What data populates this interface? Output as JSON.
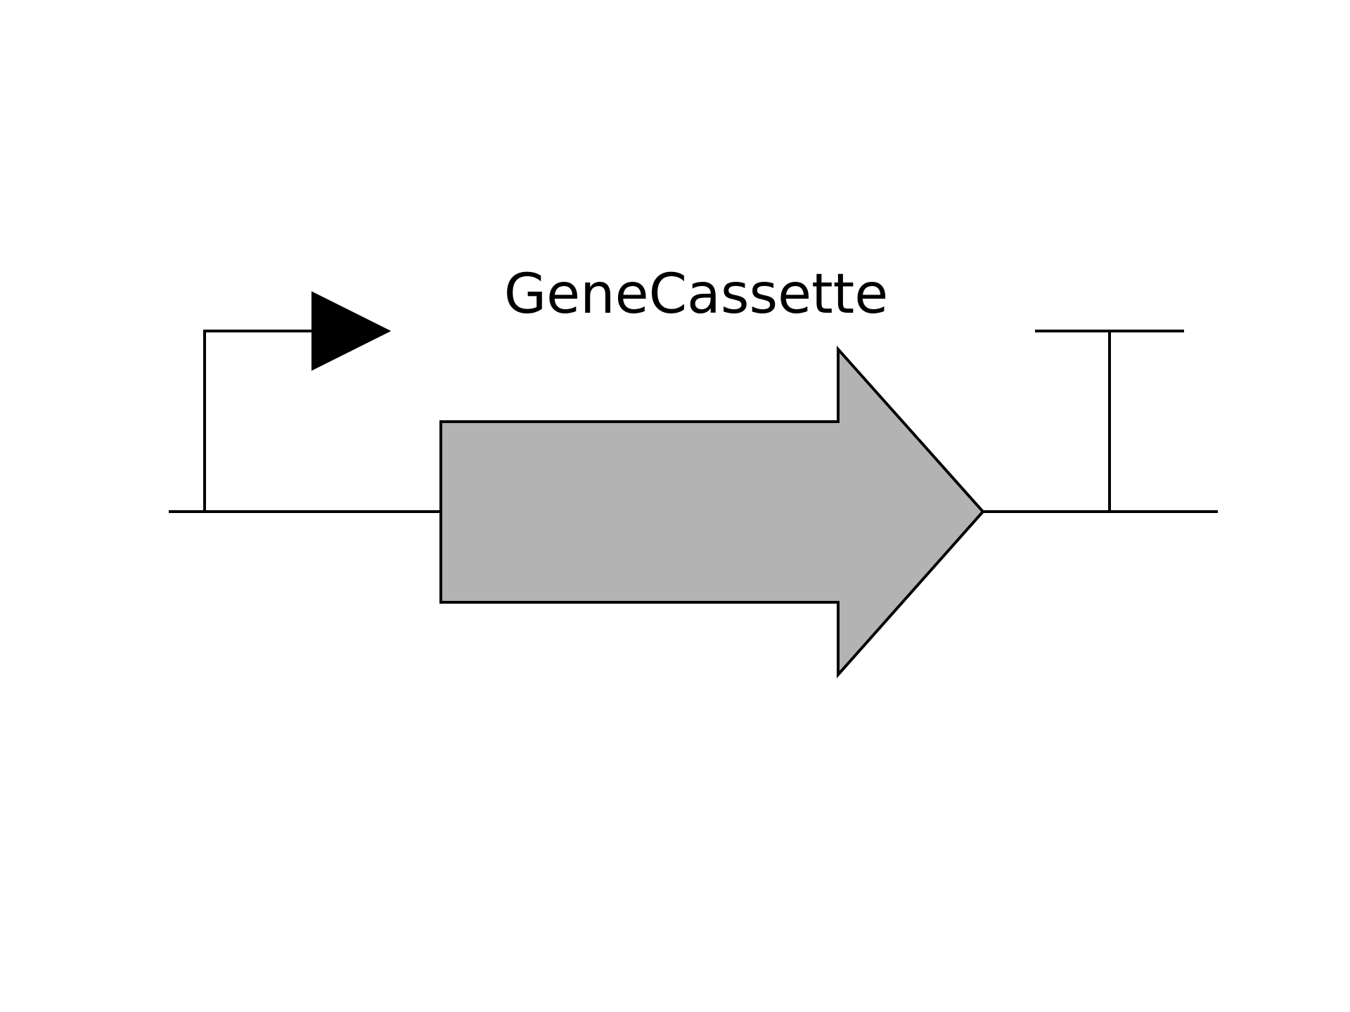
{
  "diagram": {
    "title": "GeneCassette",
    "parts": [
      {
        "type": "promoter",
        "icon": "promoter-bent-arrow-icon"
      },
      {
        "type": "cds",
        "icon": "cds-arrow-icon"
      },
      {
        "type": "terminator",
        "icon": "terminator-t-icon"
      }
    ],
    "colors": {
      "backbone": "#000000",
      "cds_fill": "#b3b3b3",
      "promoter_arrow": "#000000",
      "background": "#ffffff"
    }
  }
}
